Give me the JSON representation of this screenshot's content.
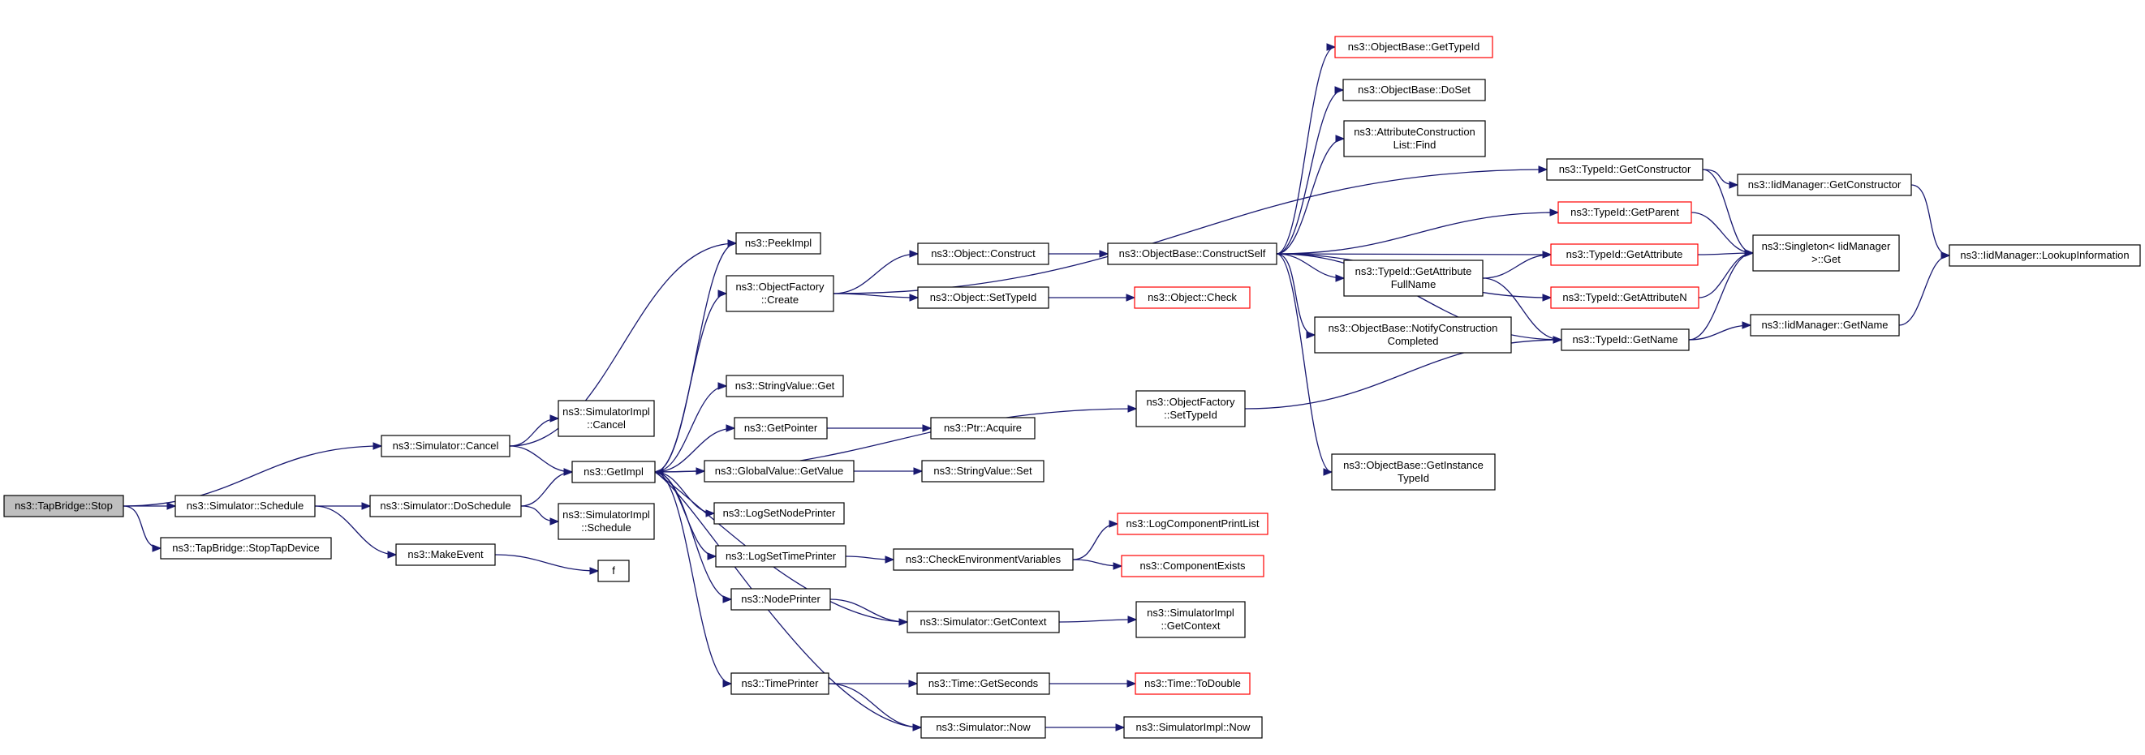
{
  "colors": {
    "edge": "#191970",
    "box_border": "#000000",
    "highlight_border": "#ff0000",
    "root_fill": "#bfbfbf",
    "box_fill": "#ffffff",
    "text": "#000000"
  },
  "nodes": [
    {
      "id": "tapstop",
      "label": "ns3::TapBridge::Stop",
      "style": "root"
    },
    {
      "id": "cancel",
      "label": "ns3::Simulator::Cancel",
      "style": "normal"
    },
    {
      "id": "schedule",
      "label": "ns3::Simulator::Schedule",
      "style": "normal"
    },
    {
      "id": "stoptap",
      "label": "ns3::TapBridge::StopTapDevice",
      "style": "normal"
    },
    {
      "id": "peekimpl",
      "label": "ns3::PeekImpl",
      "style": "normal"
    },
    {
      "id": "simimplcancel",
      "label": "ns3::SimulatorImpl\n::Cancel",
      "style": "normal"
    },
    {
      "id": "getimpl",
      "label": "ns3::GetImpl",
      "style": "normal"
    },
    {
      "id": "doschedule",
      "label": "ns3::Simulator::DoSchedule",
      "style": "normal"
    },
    {
      "id": "simimplschedule",
      "label": "ns3::SimulatorImpl\n::Schedule",
      "style": "normal"
    },
    {
      "id": "makeevent",
      "label": "ns3::MakeEvent",
      "style": "normal"
    },
    {
      "id": "f",
      "label": "f",
      "style": "normal"
    },
    {
      "id": "ofcreate",
      "label": "ns3::ObjectFactory\n::Create",
      "style": "normal"
    },
    {
      "id": "strvalget",
      "label": "ns3::StringValue::Get",
      "style": "normal"
    },
    {
      "id": "getpointer",
      "label": "ns3::GetPointer",
      "style": "normal"
    },
    {
      "id": "gvgetvalue",
      "label": "ns3::GlobalValue::GetValue",
      "style": "normal"
    },
    {
      "id": "logsetnode",
      "label": "ns3::LogSetNodePrinter",
      "style": "normal"
    },
    {
      "id": "logsettime",
      "label": "ns3::LogSetTimePrinter",
      "style": "normal"
    },
    {
      "id": "nodeprinter",
      "label": "ns3::NodePrinter",
      "style": "normal"
    },
    {
      "id": "timeprinter",
      "label": "ns3::TimePrinter",
      "style": "normal"
    },
    {
      "id": "objconstruct",
      "label": "ns3::Object::Construct",
      "style": "normal"
    },
    {
      "id": "objsettypeid",
      "label": "ns3::Object::SetTypeId",
      "style": "normal"
    },
    {
      "id": "ptracquire",
      "label": "ns3::Ptr::Acquire",
      "style": "normal"
    },
    {
      "id": "strvalset",
      "label": "ns3::StringValue::Set",
      "style": "normal"
    },
    {
      "id": "checkenv",
      "label": "ns3::CheckEnvironmentVariables",
      "style": "normal"
    },
    {
      "id": "simgetcontext",
      "label": "ns3::Simulator::GetContext",
      "style": "normal"
    },
    {
      "id": "timegetseconds",
      "label": "ns3::Time::GetSeconds",
      "style": "normal"
    },
    {
      "id": "simnow",
      "label": "ns3::Simulator::Now",
      "style": "normal"
    },
    {
      "id": "constructself",
      "label": "ns3::ObjectBase::ConstructSelf",
      "style": "normal"
    },
    {
      "id": "objcheck",
      "label": "ns3::Object::Check",
      "style": "highlight"
    },
    {
      "id": "ofsettypeid",
      "label": "ns3::ObjectFactory\n::SetTypeId",
      "style": "normal"
    },
    {
      "id": "logcompprint",
      "label": "ns3::LogComponentPrintList",
      "style": "highlight"
    },
    {
      "id": "compexists",
      "label": "ns3::ComponentExists",
      "style": "highlight"
    },
    {
      "id": "simimplgetcontext",
      "label": "ns3::SimulatorImpl\n::GetContext",
      "style": "normal"
    },
    {
      "id": "timetodouble",
      "label": "ns3::Time::ToDouble",
      "style": "highlight"
    },
    {
      "id": "simimplnow",
      "label": "ns3::SimulatorImpl::Now",
      "style": "normal"
    },
    {
      "id": "obgettypeid",
      "label": "ns3::ObjectBase::GetTypeId",
      "style": "highlight"
    },
    {
      "id": "obdoset",
      "label": "ns3::ObjectBase::DoSet",
      "style": "normal"
    },
    {
      "id": "acfind",
      "label": "ns3::AttributeConstruction\nList::Find",
      "style": "normal"
    },
    {
      "id": "tidgetattrfull",
      "label": "ns3::TypeId::GetAttribute\nFullName",
      "style": "normal"
    },
    {
      "id": "obnotify",
      "label": "ns3::ObjectBase::NotifyConstruction\nCompleted",
      "style": "normal"
    },
    {
      "id": "obgetinstance",
      "label": "ns3::ObjectBase::GetInstance\nTypeId",
      "style": "normal"
    },
    {
      "id": "tidgetconstructor",
      "label": "ns3::TypeId::GetConstructor",
      "style": "normal"
    },
    {
      "id": "tidgetparent",
      "label": "ns3::TypeId::GetParent",
      "style": "highlight"
    },
    {
      "id": "tidgetattribute",
      "label": "ns3::TypeId::GetAttribute",
      "style": "highlight"
    },
    {
      "id": "tidgetattributen",
      "label": "ns3::TypeId::GetAttributeN",
      "style": "highlight"
    },
    {
      "id": "tidgetname",
      "label": "ns3::TypeId::GetName",
      "style": "normal"
    },
    {
      "id": "iidgetconstructor",
      "label": "ns3::IidManager::GetConstructor",
      "style": "normal"
    },
    {
      "id": "singletonget",
      "label": "ns3::Singleton< IidManager\n>::Get",
      "style": "normal"
    },
    {
      "id": "iidgetname",
      "label": "ns3::IidManager::GetName",
      "style": "normal"
    },
    {
      "id": "iidlookup",
      "label": "ns3::IidManager::LookupInformation",
      "style": "normal"
    }
  ],
  "edges": [
    [
      "tapstop",
      "cancel"
    ],
    [
      "tapstop",
      "schedule"
    ],
    [
      "tapstop",
      "stoptap"
    ],
    [
      "cancel",
      "peekimpl"
    ],
    [
      "cancel",
      "simimplcancel"
    ],
    [
      "cancel",
      "getimpl"
    ],
    [
      "schedule",
      "doschedule"
    ],
    [
      "schedule",
      "makeevent"
    ],
    [
      "doschedule",
      "getimpl"
    ],
    [
      "doschedule",
      "simimplschedule"
    ],
    [
      "makeevent",
      "f"
    ],
    [
      "getimpl",
      "peekimpl"
    ],
    [
      "getimpl",
      "ofcreate"
    ],
    [
      "getimpl",
      "strvalget"
    ],
    [
      "getimpl",
      "getpointer"
    ],
    [
      "getimpl",
      "gvgetvalue"
    ],
    [
      "getimpl",
      "logsetnode"
    ],
    [
      "getimpl",
      "logsettime"
    ],
    [
      "getimpl",
      "nodeprinter"
    ],
    [
      "getimpl",
      "timeprinter"
    ],
    [
      "getimpl",
      "ofsettypeid"
    ],
    [
      "ofcreate",
      "objconstruct"
    ],
    [
      "ofcreate",
      "objsettypeid"
    ],
    [
      "ofcreate",
      "tidgetconstructor"
    ],
    [
      "getpointer",
      "ptracquire"
    ],
    [
      "gvgetvalue",
      "strvalset"
    ],
    [
      "logsettime",
      "checkenv"
    ],
    [
      "checkenv",
      "logcompprint"
    ],
    [
      "checkenv",
      "compexists"
    ],
    [
      "nodeprinter",
      "simgetcontext"
    ],
    [
      "simgetcontext",
      "getimpl"
    ],
    [
      "simgetcontext",
      "simimplgetcontext"
    ],
    [
      "timeprinter",
      "timegetseconds"
    ],
    [
      "timeprinter",
      "simnow"
    ],
    [
      "timegetseconds",
      "timetodouble"
    ],
    [
      "simnow",
      "getimpl"
    ],
    [
      "simnow",
      "simimplnow"
    ],
    [
      "objconstruct",
      "constructself"
    ],
    [
      "objsettypeid",
      "objcheck"
    ],
    [
      "constructself",
      "obgettypeid"
    ],
    [
      "constructself",
      "obdoset"
    ],
    [
      "constructself",
      "acfind"
    ],
    [
      "constructself",
      "tidgetparent"
    ],
    [
      "constructself",
      "tidgetattribute"
    ],
    [
      "constructself",
      "tidgetattrfull"
    ],
    [
      "constructself",
      "obnotify"
    ],
    [
      "constructself",
      "tidgetattributen"
    ],
    [
      "constructself",
      "tidgetname"
    ],
    [
      "constructself",
      "obgetinstance"
    ],
    [
      "ofsettypeid",
      "tidgetname"
    ],
    [
      "tidgetattrfull",
      "tidgetattribute"
    ],
    [
      "tidgetattrfull",
      "tidgetname"
    ],
    [
      "tidgetconstructor",
      "iidgetconstructor"
    ],
    [
      "tidgetconstructor",
      "singletonget"
    ],
    [
      "tidgetparent",
      "singletonget"
    ],
    [
      "tidgetattribute",
      "singletonget"
    ],
    [
      "tidgetattributen",
      "singletonget"
    ],
    [
      "tidgetname",
      "singletonget"
    ],
    [
      "tidgetname",
      "iidgetname"
    ],
    [
      "iidgetconstructor",
      "iidlookup"
    ],
    [
      "iidgetname",
      "iidlookup"
    ]
  ]
}
